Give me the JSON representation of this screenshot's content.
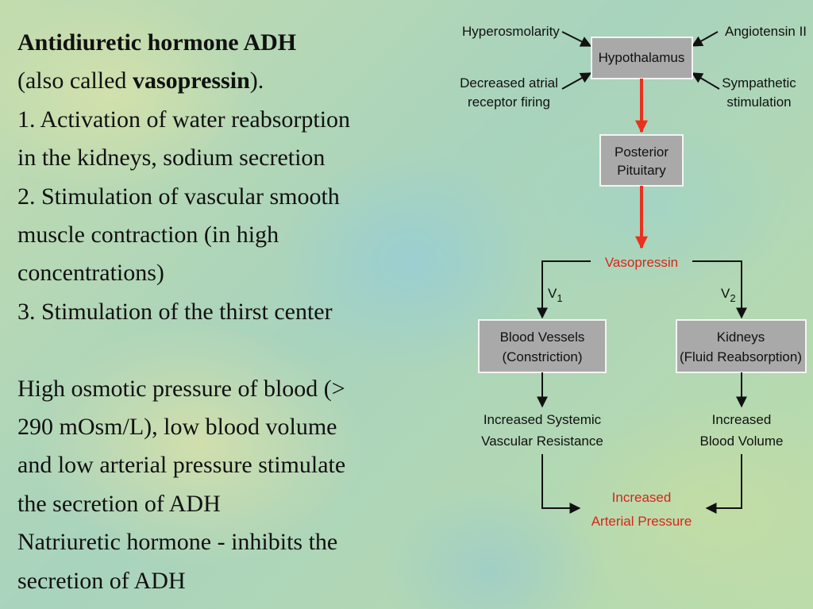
{
  "text": {
    "title_bold": "Antidiuretic hormone ADH",
    "alias_prefix": "(also called ",
    "alias_bold": "vasopressin",
    "alias_suffix": ").",
    "line_1": "1. Activation of water reabsorption",
    "line_2": "in the kidneys, sodium secretion",
    "line_3": "2. Stimulation of vascular smooth",
    "line_4": "muscle contraction (in high",
    "line_5": "concentrations)",
    "line_6": "3. Stimulation of the thirst center",
    "line_7": "High osmotic pressure of blood (>",
    "line_8": "290 mOsm/L), low blood volume",
    "line_9": "and low arterial pressure stimulate",
    "line_10": "the secretion of ADH",
    "line_11": "Natriuretic hormone - inhibits the",
    "line_12": "secretion of ADH"
  },
  "diagram": {
    "inputs": {
      "hyperosmolarity": "Hyperosmolarity",
      "angiotensin": "Angiotensin II",
      "atrial_line1": "Decreased atrial",
      "atrial_line2": "receptor firing",
      "sympathetic_line1": "Sympathetic",
      "sympathetic_line2": "stimulation"
    },
    "hypothalamus": "Hypothalamus",
    "pituitary_line1": "Posterior",
    "pituitary_line2": "Pituitary",
    "vasopressin": "Vasopressin",
    "v1_main": "V",
    "v1_sub": "1",
    "v2_main": "V",
    "v2_sub": "2",
    "vessels_line1": "Blood Vessels",
    "vessels_line2": "(Constriction)",
    "kidneys_line1": "Kidneys",
    "kidneys_line2": "(Fluid Reabsorption)",
    "svr_line1": "Increased Systemic",
    "svr_line2": "Vascular Resistance",
    "volume_line1": "Increased",
    "volume_line2": "Blood Volume",
    "pressure_line1": "Increased",
    "pressure_line2": "Arterial Pressure",
    "colors": {
      "box_fill": "#a9a9a9",
      "box_stroke": "#f4f4f4",
      "arrow_red": "#e8321e",
      "arrow_black": "#111111",
      "label_red": "#d6261b"
    }
  }
}
